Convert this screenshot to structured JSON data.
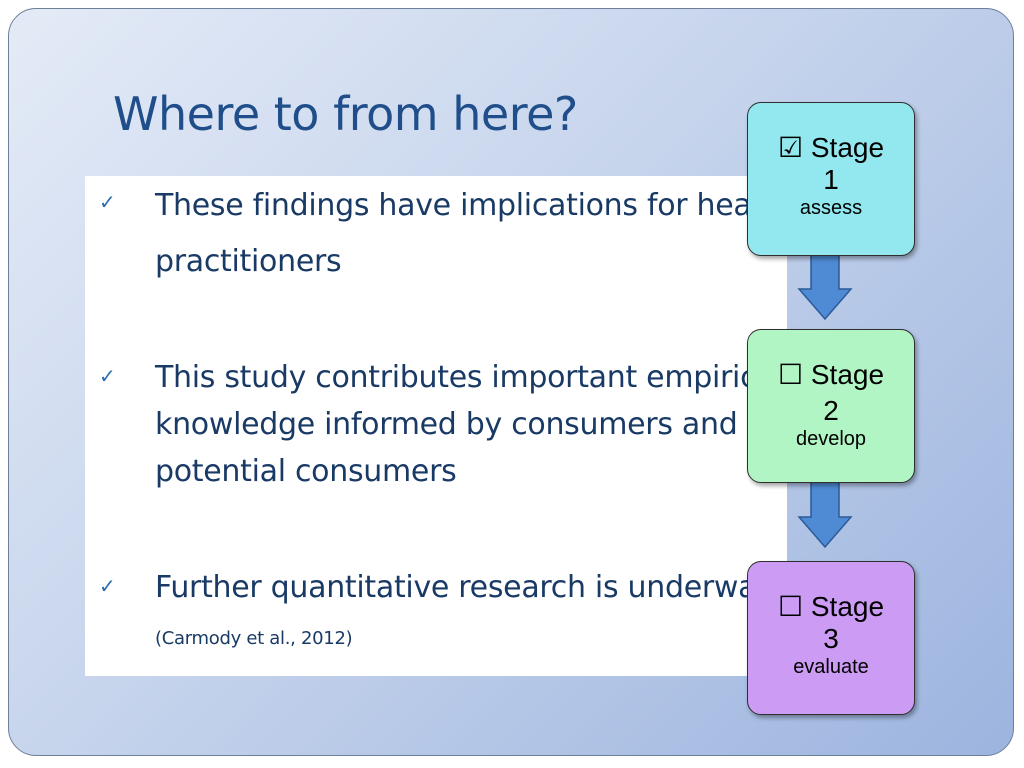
{
  "slide": {
    "title": "Where to from here?",
    "bullets": [
      {
        "icon": "checkmark",
        "text": "These findings have implications for health practitioners"
      },
      {
        "icon": "checkmark",
        "text": "This study contributes important empirical knowledge informed by consumers and potential consumers"
      },
      {
        "icon": "checkmark",
        "text": "Further quantitative research is underway ",
        "citation": "(Carmody et al., 2012)"
      }
    ],
    "stages": [
      {
        "checkbox": "☑",
        "label": "Stage",
        "number": "1",
        "subtitle": "assess",
        "color": "#92e8ee"
      },
      {
        "checkbox": "☐",
        "label": "Stage",
        "number": "2",
        "subtitle": "develop",
        "color": "#b2f5c4"
      },
      {
        "checkbox": "☐",
        "label": "Stage",
        "number": "3",
        "subtitle": "evaluate",
        "color": "#cc9cf5"
      }
    ],
    "colors": {
      "title": "#1f4e8a",
      "text": "#1a3a66",
      "check": "#2a6fae",
      "arrow": "#4f8bd4"
    }
  }
}
